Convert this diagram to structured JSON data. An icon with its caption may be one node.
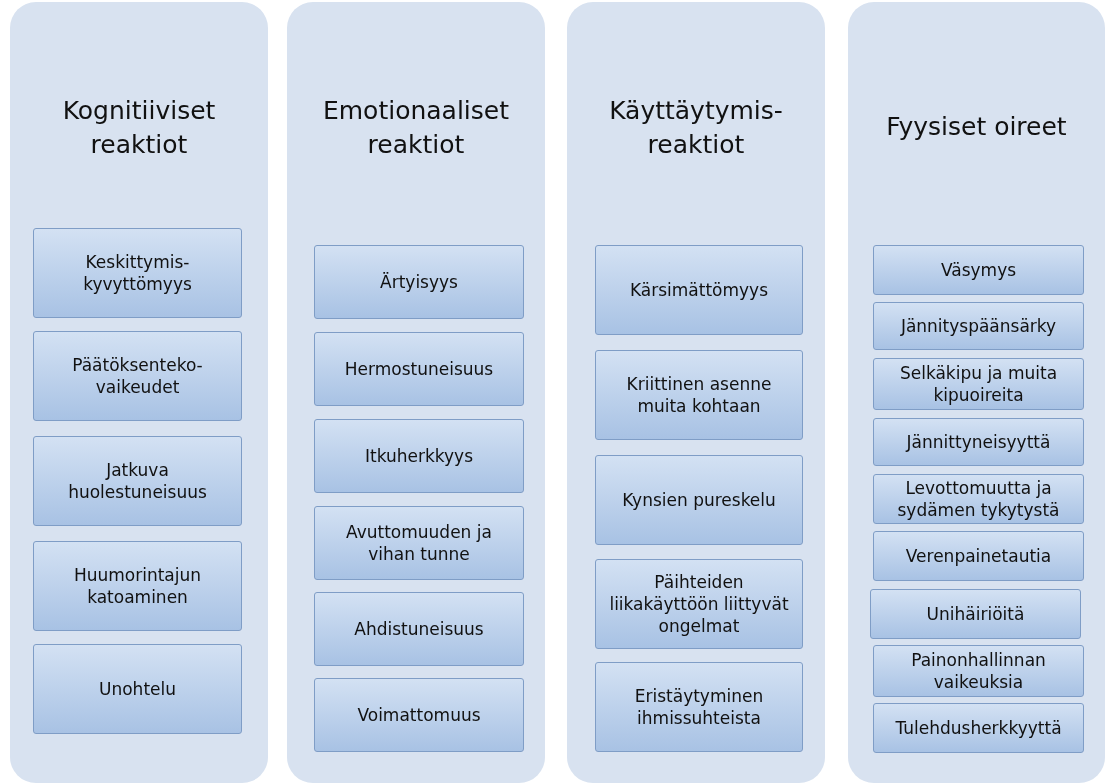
{
  "diagram": {
    "nodes": [
      {
        "text": [
          "Kognitiiviset reaktiot"
        ]
      },
      {
        "text": [
          "Keskittymis-kyvyttömyys"
        ],
        "in": 0
      },
      {
        "text": [
          "Päätöksenteko-vaikeudet"
        ],
        "in": 0
      },
      {
        "text": [
          "Jatkuva huolestuneisuus"
        ],
        "in": 0
      },
      {
        "text": [
          "Huumorintajun katoaminen"
        ],
        "in": 0
      },
      {
        "text": [
          "Unohtelu"
        ],
        "in": 0
      },
      {
        "text": [
          "Emotionaaliset reaktiot"
        ]
      },
      {
        "text": [
          "Ärtyisyys"
        ],
        "in": 6
      },
      {
        "text": [
          "Hermostuneisuus"
        ],
        "in": 6
      },
      {
        "text": [
          "Itkuherkkyys"
        ],
        "in": 6
      },
      {
        "text": [
          "Avuttomuuden ja vihan tunne"
        ],
        "in": 6
      },
      {
        "text": [
          "Ahdistuneisuus"
        ],
        "in": 6
      },
      {
        "text": [
          "Voimattomuus"
        ],
        "in": 6
      },
      {
        "text": [
          "Käyttäytymis-reaktiot"
        ]
      },
      {
        "text": [
          "Kärsimättömyys"
        ],
        "in": 13
      },
      {
        "text": [
          "Kriittinen asenne muita kohtaan"
        ],
        "in": 13
      },
      {
        "text": [
          "Kynsien pureskelu"
        ],
        "in": 13
      },
      {
        "text": [
          "Päihteiden liikakäyttöön liittyvät ongelmat"
        ],
        "in": 13
      },
      {
        "text": [
          "Eristäytyminen ihmissuhteista"
        ],
        "in": 13
      },
      {
        "text": [
          "Fyysiset oireet"
        ]
      },
      {
        "text": [
          "Väsymys"
        ],
        "in": 19
      },
      {
        "text": [
          "Jännityspäänsärky"
        ],
        "in": 19
      },
      {
        "text": [
          "Selkäkipu ja muita kipuoireita"
        ],
        "in": 19
      },
      {
        "text": [
          "Jännittyneisyyttä"
        ],
        "in": 19
      },
      {
        "text": [
          "Levottomuutta ja sydämen tykytystä"
        ],
        "in": 19
      },
      {
        "text": [
          "Verenpainetautia"
        ],
        "in": 19
      },
      {
        "text": [
          "Unihäiriöitä"
        ],
        "in": 19
      },
      {
        "text": [
          "Painonhallinnan vaikeuksia"
        ],
        "in": 19
      },
      {
        "text": [
          "Tulehdusherkkyyttä"
        ],
        "in": 19
      }
    ],
    "edges": []
  }
}
